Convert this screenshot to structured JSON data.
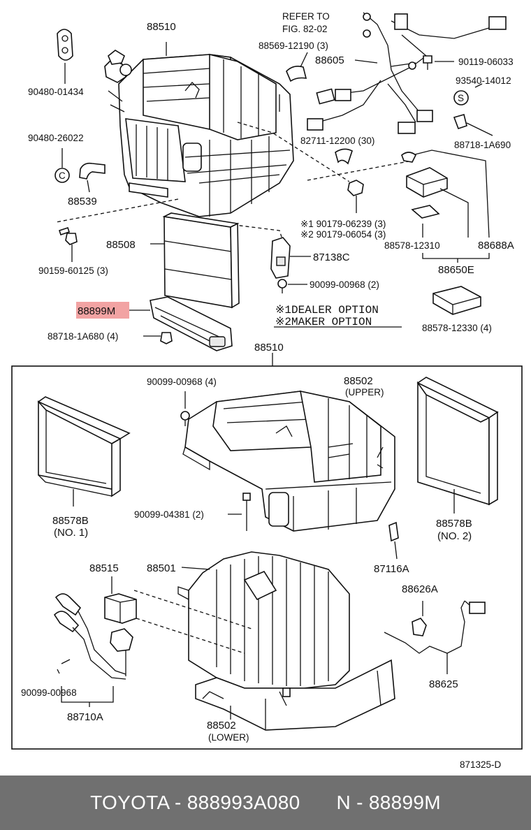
{
  "labels": {
    "l88510_top": "88510",
    "refer": "REFER TO",
    "refer2": "FIG. 82-02",
    "l88569": "88569-12190 (3)",
    "l88605": "88605",
    "l90119": "90119-06033",
    "l93540": "93540-14012",
    "l90480a": "90480-01434",
    "l90480b": "90480-26022",
    "l88539": "88539",
    "l82711": "82711-12200 (30)",
    "l88718a": "88718-1A690",
    "l90179a": "※1 90179-06239 (3)",
    "l90179b": "※2 90179-06054 (3)",
    "l88578_12310": "88578-12310",
    "l88688A": "88688A",
    "l88650E": "88650E",
    "l90159": "90159-60125 (3)",
    "l88508": "88508",
    "l87138C": "87138C",
    "l90099a": "90099-00968 (2)",
    "l88899M": "88899M",
    "opt1": "※1DEALER OPTION",
    "opt2": "※2MAKER OPTION",
    "l88718b": "88718-1A680 (4)",
    "l88578_12330": "88578-12330 (4)",
    "l88510_mid": "88510",
    "l90099b": "90099-00968 (4)",
    "l88502u": "88502",
    "l88502u2": "(UPPER)",
    "l88578B_1": "88578B",
    "l88578B_1b": "(NO. 1)",
    "l88578B_2": "88578B",
    "l88578B_2b": "(NO. 2)",
    "l90099c": "90099-04381 (2)",
    "l87116A": "87116A",
    "l88515": "88515",
    "l88501": "88501",
    "l88626A": "88626A",
    "l88625": "88625",
    "l90099d": "90099-00968",
    "l88710A": "88710A",
    "l88502l": "88502",
    "l88502l2": "(LOWER)",
    "fig": "871325-D"
  },
  "footer": {
    "brand_part": "TOYOTA - 888993A080",
    "ref": "N - 88899M"
  },
  "colors": {
    "highlight": "#f2a3a3",
    "footer_bg": "#707070"
  }
}
